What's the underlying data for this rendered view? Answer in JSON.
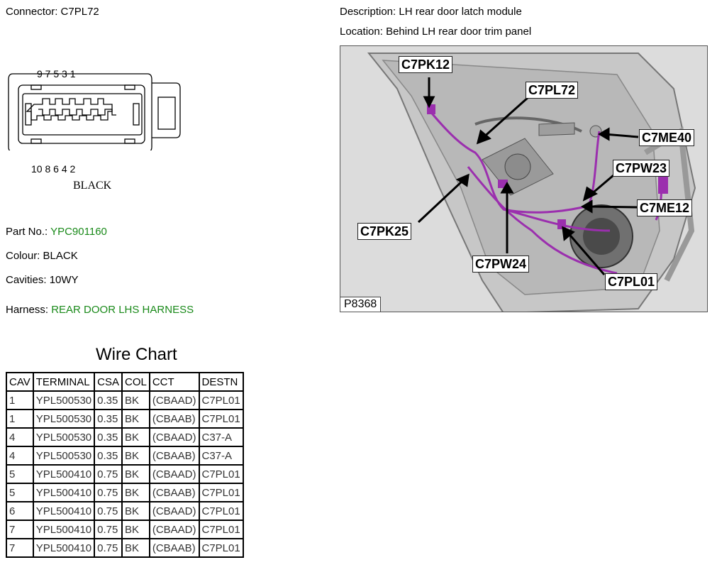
{
  "connector": {
    "label": "Connector:",
    "value": "C7PL72"
  },
  "description": {
    "label": "Description:",
    "value": "LH rear door latch module"
  },
  "location": {
    "label": "Location:",
    "value": "Behind LH rear door trim panel"
  },
  "connector_face": {
    "top_pins": "9   7   5 3   1",
    "bottom_pins": "10  8 6     4   2",
    "colour_label": "BLACK"
  },
  "details": {
    "part_no_label": "Part No.:",
    "part_no": "YPC901160",
    "colour_label": "Colour:",
    "colour": "BLACK",
    "cavities_label": "Cavities:",
    "cavities": "10WY",
    "harness_label": "Harness:",
    "harness": "REAR DOOR LHS HARNESS"
  },
  "photo": {
    "reference": "P8368",
    "callouts": [
      "C7PK12",
      "C7PL72",
      "C7ME40",
      "C7PW23",
      "C7ME12",
      "C7PK25",
      "C7PW24",
      "C7PL01"
    ]
  },
  "wire_chart": {
    "title": "Wire Chart",
    "headers": [
      "CAV",
      "TERMINAL",
      "CSA",
      "COL",
      "CCT",
      "DESTN"
    ],
    "rows": [
      [
        "1",
        "YPL500530",
        "0.35",
        "BK",
        "(CBAAD)",
        "C7PL01"
      ],
      [
        "1",
        "YPL500530",
        "0.35",
        "BK",
        "(CBAAB)",
        "C7PL01"
      ],
      [
        "4",
        "YPL500530",
        "0.35",
        "BK",
        "(CBAAD)",
        "C37-A"
      ],
      [
        "4",
        "YPL500530",
        "0.35",
        "BK",
        "(CBAAB)",
        "C37-A"
      ],
      [
        "5",
        "YPL500410",
        "0.75",
        "BK",
        "(CBAAD)",
        "C7PL01"
      ],
      [
        "5",
        "YPL500410",
        "0.75",
        "BK",
        "(CBAAB)",
        "C7PL01"
      ],
      [
        "6",
        "YPL500410",
        "0.75",
        "BK",
        "(CBAAD)",
        "C7PL01"
      ],
      [
        "7",
        "YPL500410",
        "0.75",
        "BK",
        "(CBAAD)",
        "C7PL01"
      ],
      [
        "7",
        "YPL500410",
        "0.75",
        "BK",
        "(CBAAB)",
        "C7PL01"
      ]
    ]
  },
  "colors": {
    "green_text": "#1a8a1a",
    "harness_purple": "#9b2fae"
  }
}
